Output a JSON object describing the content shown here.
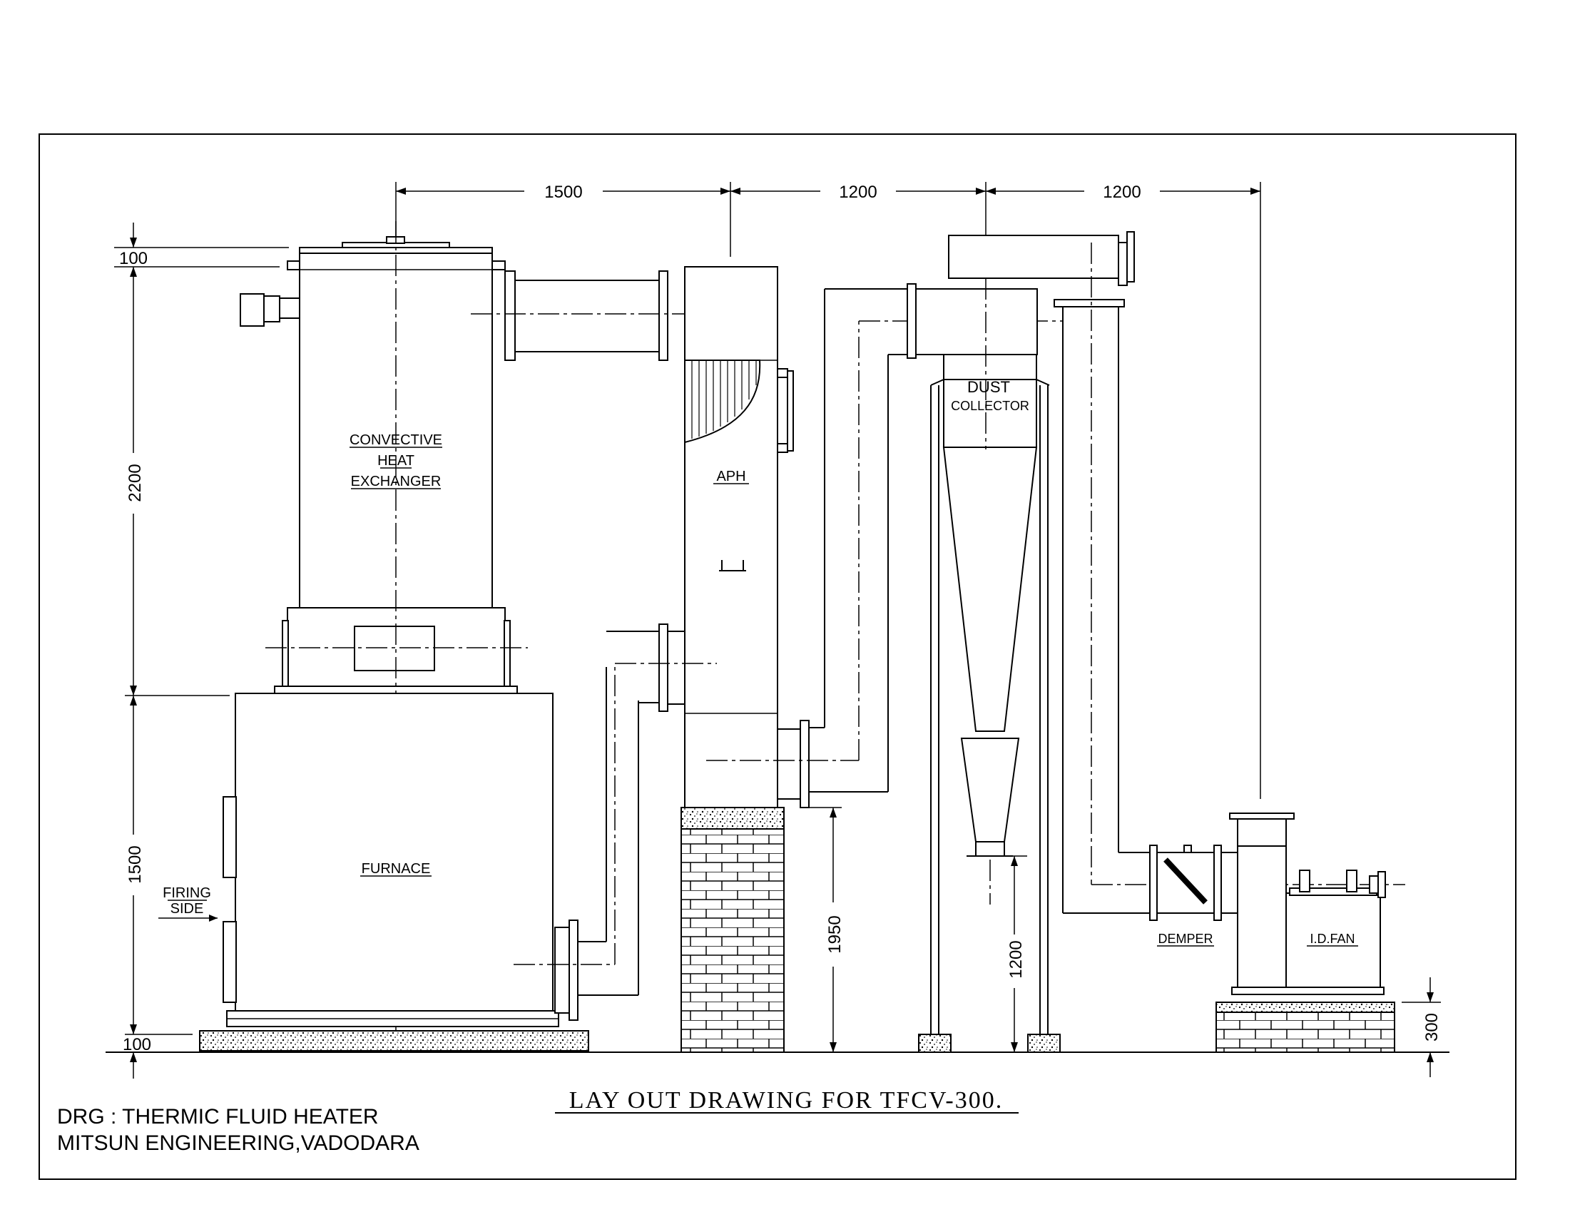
{
  "labels": {
    "convective_heat_exchanger": [
      "CONVECTIVE",
      "HEAT",
      "EXCHANGER"
    ],
    "furnace": "FURNACE",
    "aph": "APH",
    "dust_collector": [
      "DUST",
      "COLLECTOR"
    ],
    "damper": "DEMPER",
    "id_fan": "I.D.FAN",
    "firing_side": [
      "FIRING",
      "SIDE"
    ]
  },
  "dimensions": {
    "top_1": "1500",
    "top_2": "1200",
    "top_3": "1200",
    "left_top": "100",
    "left_upper": "2200",
    "left_lower": "1500",
    "left_bottom": "100",
    "aph_base": "1950",
    "cyclone_base": "1200",
    "fan_base": "300"
  },
  "title": "LAY OUT DRAWING FOR TFCV-300.",
  "notes": {
    "drawing": "DRG : THERMIC FLUID HEATER",
    "company": "MITSUN ENGINEERING,VADODARA"
  }
}
